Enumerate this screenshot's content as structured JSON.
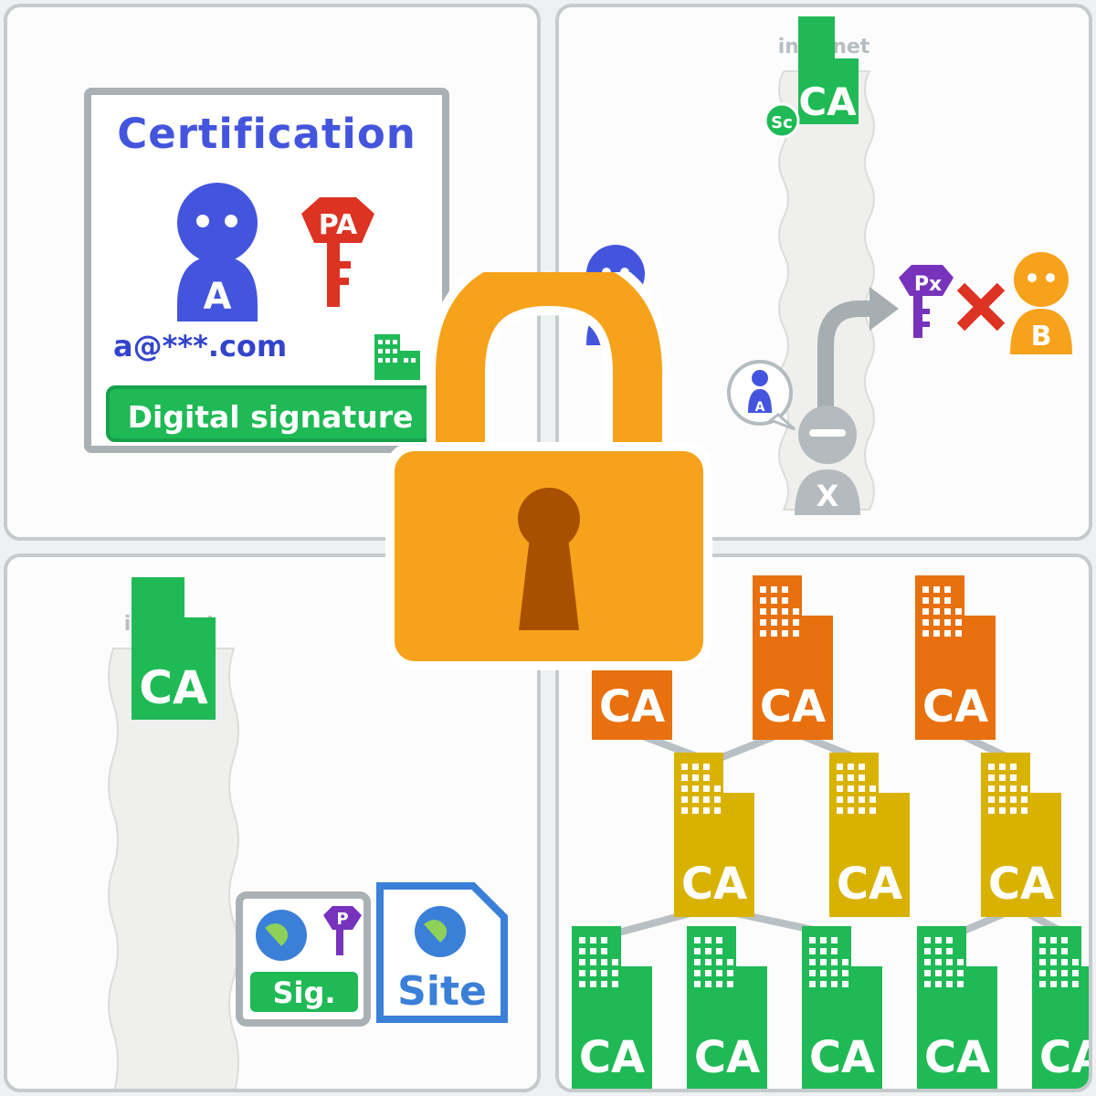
{
  "panel1": {
    "title": "Certification",
    "person_letter": "A",
    "key_label": "PA",
    "email": "a@***.com",
    "signature_label": "Digital signature"
  },
  "panel2": {
    "column_label": "internet",
    "ca_label": "CA",
    "ca_key_label": "Sc",
    "attacker_letter": "X",
    "bubble_letter": "A",
    "fake_key_label": "Px",
    "receiver_letter": "B"
  },
  "panel3": {
    "column_label": "internet",
    "ca_label": "CA",
    "sig_key_label": "P",
    "sig_label": "Sig.",
    "site_label": "Site"
  },
  "panel4": {
    "ca_label": "CA"
  },
  "colors": {
    "blue": "#4455dd",
    "red": "#dd3322",
    "green": "#1fba55",
    "orange": "#e8700e",
    "yellow": "#d9b200",
    "purple": "#7733bb",
    "lock": "#f7a21b",
    "gray": "#9aa2a6"
  }
}
